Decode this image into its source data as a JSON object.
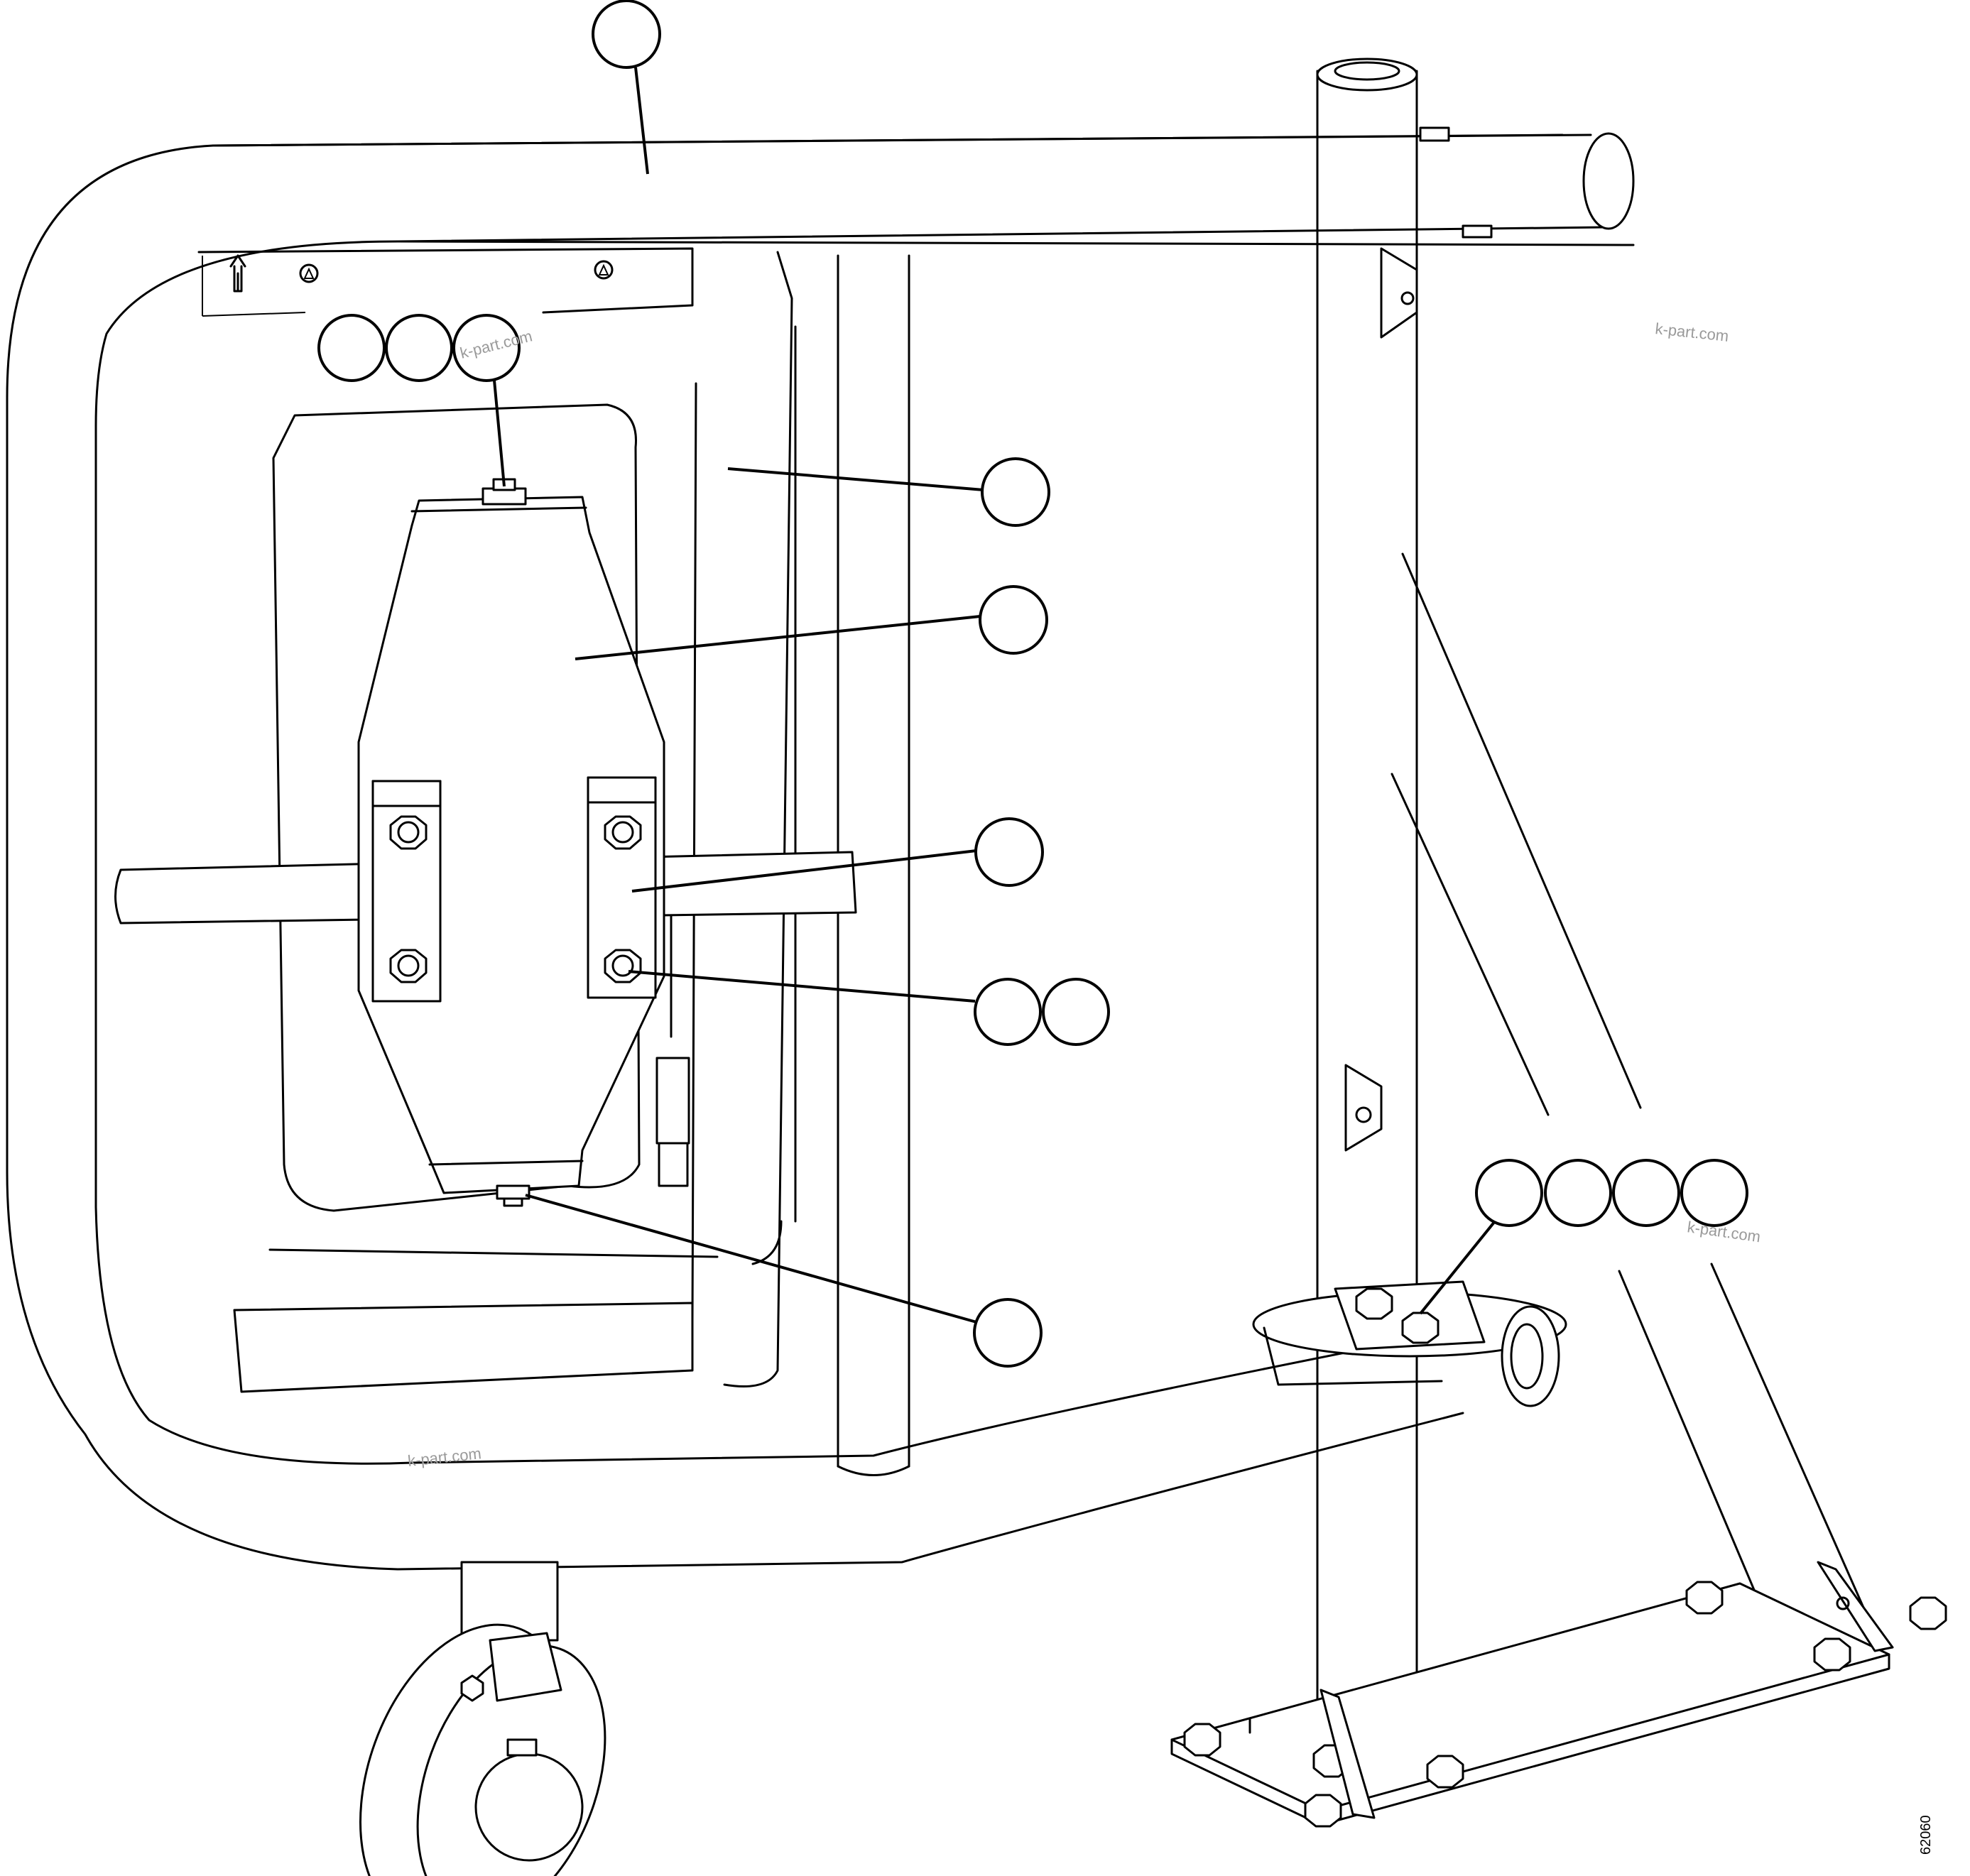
{
  "figure": {
    "code": "62060",
    "watermark_text": "k-part.com",
    "watermark_count": 4
  },
  "callouts": {
    "groups": [
      {
        "id": "top-rail",
        "bubbles": 1
      },
      {
        "id": "bolt-top-stack",
        "bubbles": 3
      },
      {
        "id": "panel",
        "bubbles": 1
      },
      {
        "id": "tank-body",
        "bubbles": 1
      },
      {
        "id": "strap-clamp",
        "bubbles": 1
      },
      {
        "id": "clamp-bolt",
        "bubbles": 2
      },
      {
        "id": "bottom-bolt",
        "bubbles": 1
      },
      {
        "id": "pivot-bolt",
        "bubbles": 4
      }
    ]
  },
  "icons": {
    "arrow": "up-arrow-icon",
    "warning": "warning-triangle-icon"
  }
}
